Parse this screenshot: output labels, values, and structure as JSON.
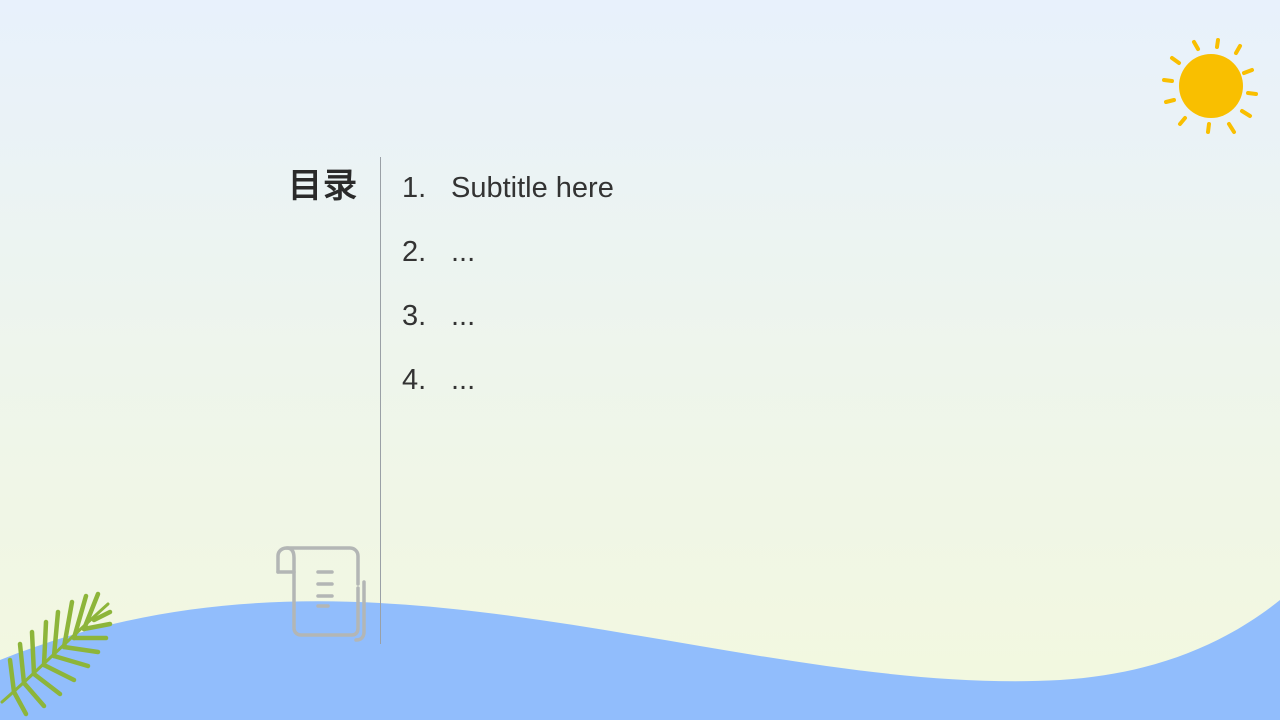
{
  "toc": {
    "title": "目录",
    "items": [
      {
        "number": "1.",
        "label": "Subtitle here"
      },
      {
        "number": "2.",
        "label": "..."
      },
      {
        "number": "3.",
        "label": "..."
      },
      {
        "number": "4.",
        "label": "..."
      }
    ]
  },
  "colors": {
    "sun": "#f9bf00",
    "wave": "#91bdfc",
    "palm": "#8db53a",
    "text": "#333333",
    "icon_gray": "#b3b6b5"
  },
  "icons": {
    "sun": "sun-icon",
    "scroll": "scroll-document-icon",
    "palm": "palm-leaf-icon"
  }
}
